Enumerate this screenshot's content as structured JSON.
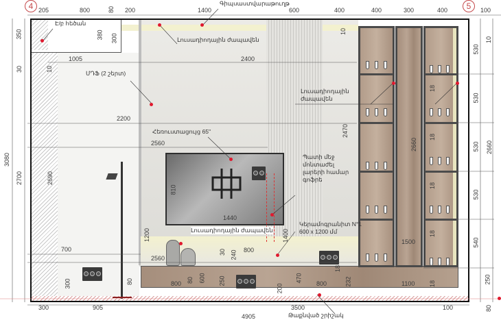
{
  "markers": {
    "left": "4",
    "right": "5"
  },
  "notes": {
    "drywall": "Գիպսաստվարաթուղթ",
    "beam": "Է/բ հեծան",
    "led_top": "Լուսադիոդային ժապավեն",
    "mdf": "ՄԴՖ (2 շերտ)",
    "tv": "Հեռուստացույց 65\"",
    "led_right_1": "Լուսադիոդային",
    "led_right_2": "ժապավեն",
    "conduit_1": "Պատի մեջ",
    "conduit_2": "մոնտաժել",
    "conduit_3": "լարերի համար",
    "conduit_4": "գոֆրե",
    "tile_1": "Կերամոգրանիտ N°1",
    "tile_2": "600 x 1200 մմ",
    "led_bottom": "Լուսադիոդային ժապավեն",
    "skirting": "Թաքնված շրիշակ"
  },
  "dims": {
    "top": [
      "205",
      "800",
      "80",
      "200",
      "1400",
      "600",
      "400",
      "400",
      "300",
      "400",
      "100"
    ],
    "left": [
      "350",
      "30",
      "3080",
      "2700",
      "10",
      "2690",
      "380",
      "300"
    ],
    "inner": [
      "1005",
      "2400",
      "2200",
      "2560",
      "810",
      "1440",
      "1200",
      "700",
      "2560",
      "300",
      "80",
      "800",
      "80",
      "600",
      "250",
      "30",
      "240",
      "800",
      "1400",
      "200",
      "470",
      "800",
      "18",
      "232",
      "1100",
      "18",
      "1500",
      "18",
      "2660",
      "2470",
      "10",
      "18",
      "18",
      "18"
    ],
    "right": [
      "10",
      "530",
      "530",
      "2660",
      "530",
      "530",
      "540",
      "250",
      "80"
    ],
    "bottom": [
      "300",
      "905",
      "3500",
      "100",
      "4905"
    ]
  },
  "colors": {
    "accent": "#e0192e",
    "marker": "#c4484a",
    "led": "#f3f1cf",
    "wood": "#b09a88"
  }
}
